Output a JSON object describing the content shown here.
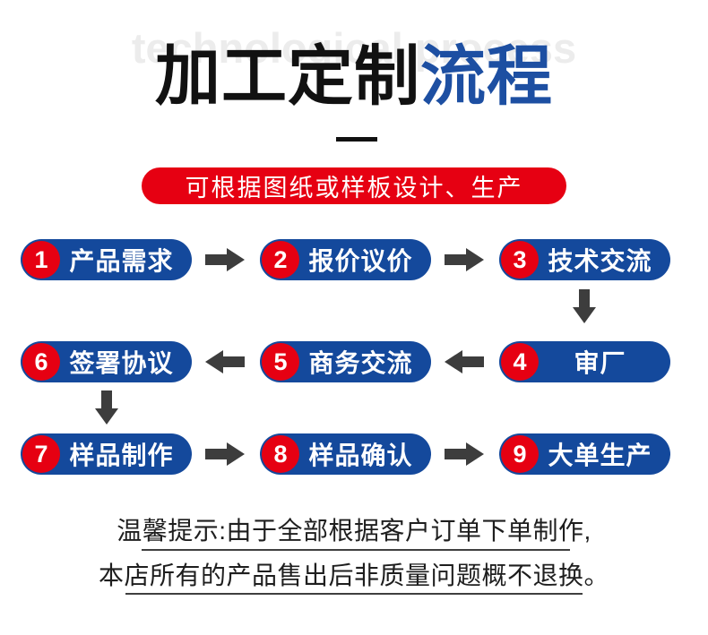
{
  "watermark": "technological process",
  "title": {
    "black": "加工定制",
    "blue": "流程"
  },
  "banner": "可根据图纸或样板设计、生产",
  "steps": [
    {
      "num": "1",
      "label": "产品需求"
    },
    {
      "num": "2",
      "label": "报价议价"
    },
    {
      "num": "3",
      "label": "技术交流"
    },
    {
      "num": "4",
      "label": "审厂"
    },
    {
      "num": "5",
      "label": "商务交流"
    },
    {
      "num": "6",
      "label": "签署协议"
    },
    {
      "num": "7",
      "label": "样品制作"
    },
    {
      "num": "8",
      "label": "样品确认"
    },
    {
      "num": "9",
      "label": "大单生产"
    }
  ],
  "notice": {
    "line1": "温馨提示:由于全部根据客户订单下单制作,",
    "line2": "本店所有的产品售出后非质量问题概不退换。"
  },
  "colors": {
    "accent_blue": "#14499c",
    "accent_red": "#e60012",
    "title_blue": "#1d4fa2",
    "arrow_gray": "#3d3d3d",
    "watermark_gray": "#ececec"
  }
}
